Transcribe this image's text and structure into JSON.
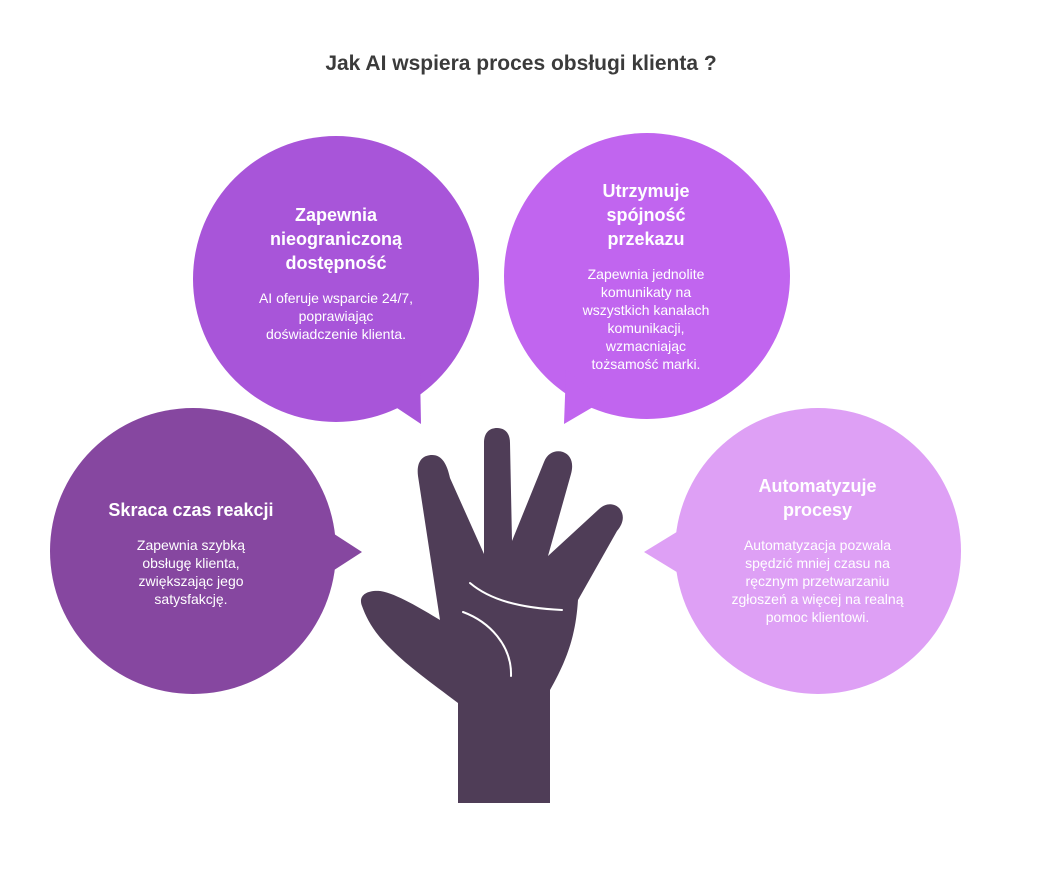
{
  "title": "Jak AI wspiera proces obsługi klienta ?",
  "bubbles": [
    {
      "id": "availability",
      "heading": "Zapewnia nieograniczoną dostępność",
      "description": "AI oferuje wsparcie 24/7, poprawiając doświadczenie klienta.",
      "color": "#a855d9"
    },
    {
      "id": "consistency",
      "heading": "Utrzymuje spójność przekazu",
      "description": "Zapewnia jednolite komunikaty na wszystkich kanałach komunikacji, wzmacniając tożsamość marki.",
      "color": "#c165ef"
    },
    {
      "id": "response-time",
      "heading": "Skraca czas reakcji",
      "description": "Zapewnia szybką obsługę klienta, zwiększając jego satysfakcję.",
      "color": "#8647a0"
    },
    {
      "id": "automation",
      "heading": "Automatyzuje procesy",
      "description": "Automatyzacja pozwala spędzić mniej czasu na ręcznym przetwarzaniu zgłoszeń a więcej na realną pomoc klientowi.",
      "color": "#dea0f5"
    }
  ],
  "hand_color": "#4f3d57"
}
